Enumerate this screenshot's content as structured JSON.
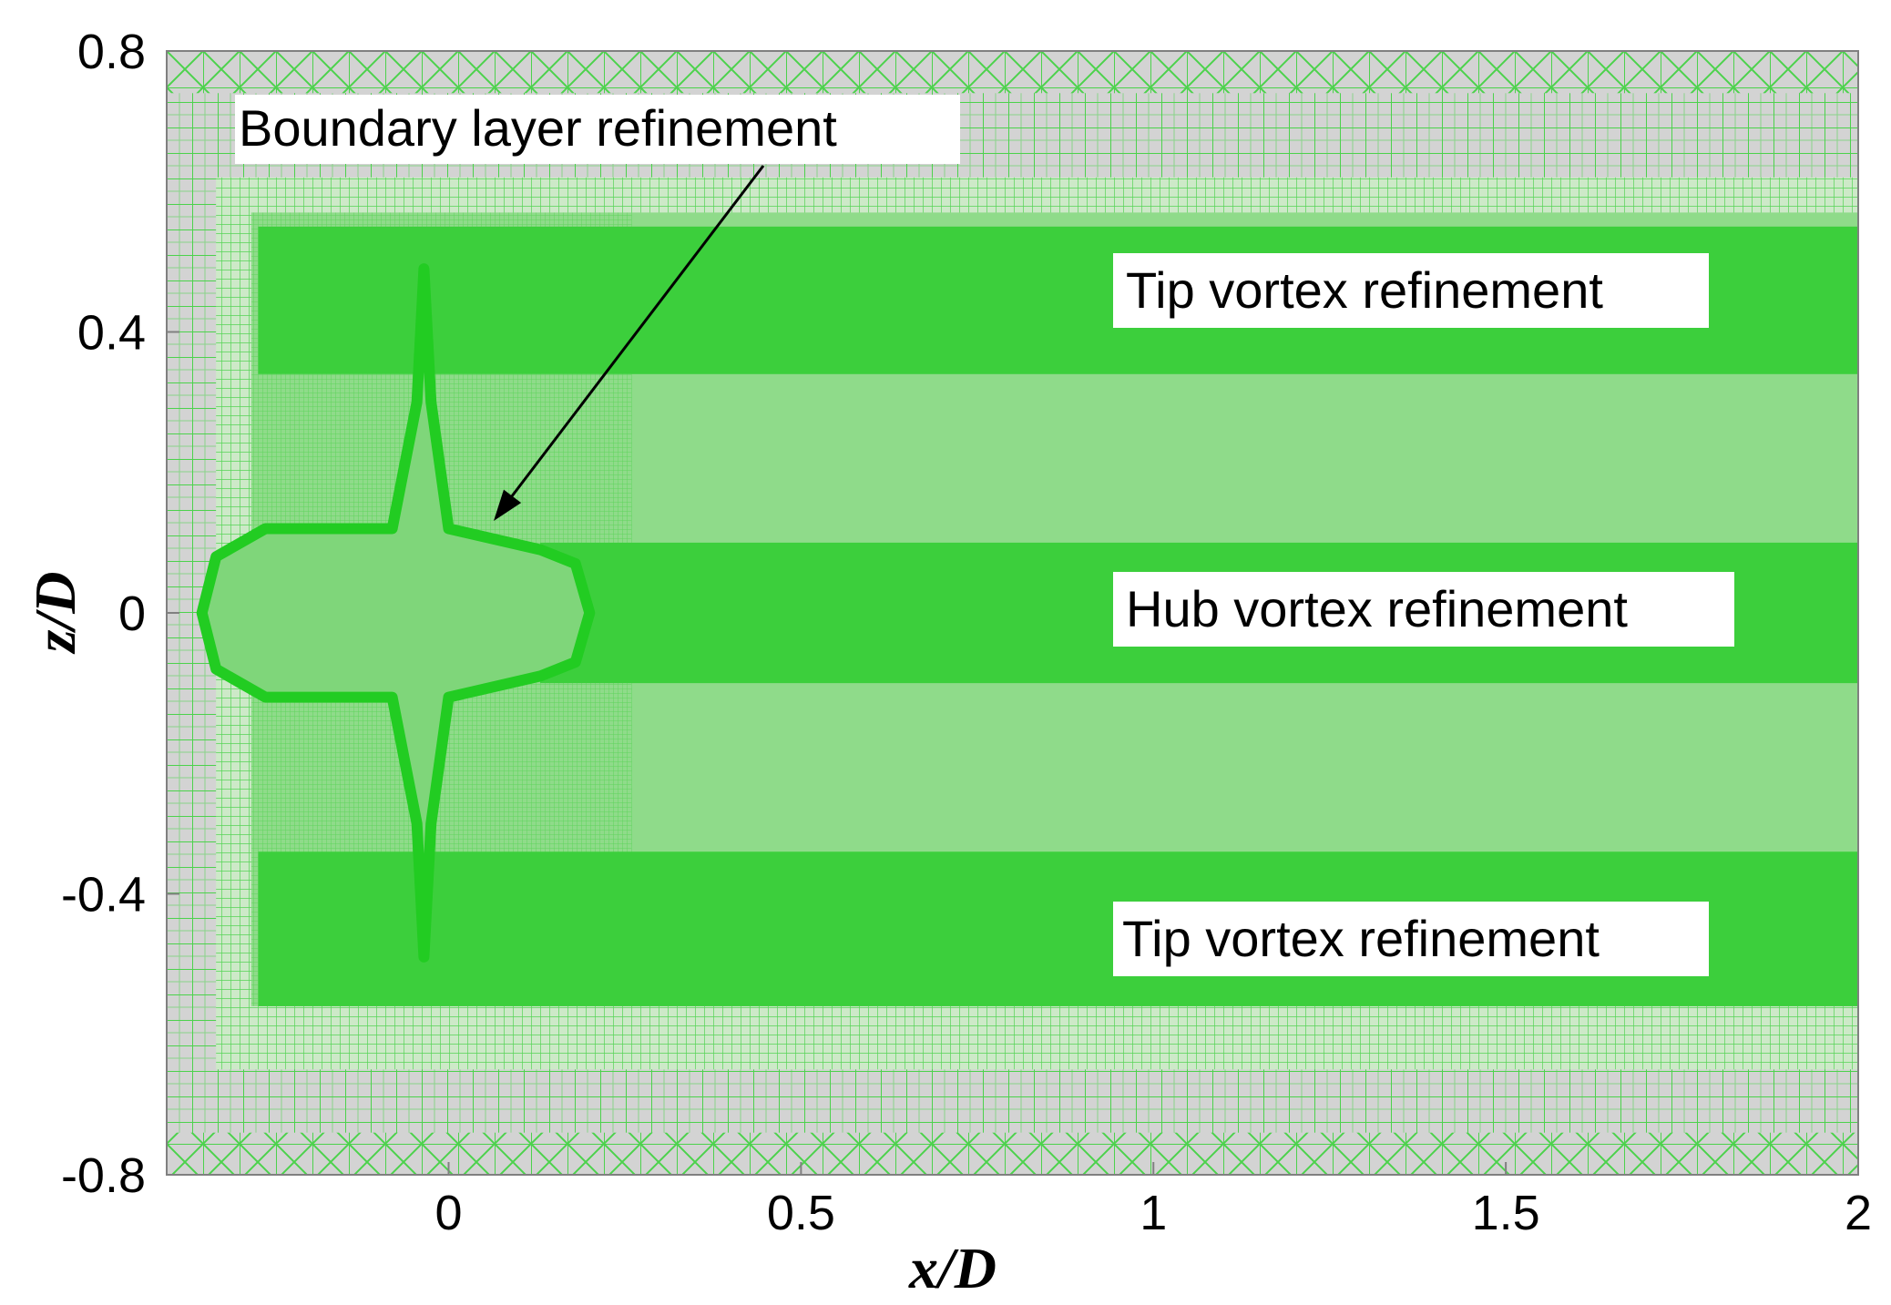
{
  "axes": {
    "xlabel": "x/D",
    "ylabel": "z/D",
    "xlim": [
      -0.4,
      2.0
    ],
    "ylim": [
      -0.8,
      0.8
    ],
    "xticks": [
      {
        "value": 0,
        "label": "0"
      },
      {
        "value": 0.5,
        "label": "0.5"
      },
      {
        "value": 1,
        "label": "1"
      },
      {
        "value": 1.5,
        "label": "1.5"
      },
      {
        "value": 2,
        "label": "2"
      }
    ],
    "yticks": [
      {
        "value": 0.8,
        "label": "0.8"
      },
      {
        "value": 0.4,
        "label": "0.4"
      },
      {
        "value": 0,
        "label": "0"
      },
      {
        "value": -0.4,
        "label": "-0.4"
      },
      {
        "value": -0.8,
        "label": "-0.8"
      }
    ]
  },
  "annotations": {
    "boundary_layer": "Boundary layer refinement",
    "tip_vortex_top": "Tip vortex refinement",
    "hub_vortex": "Hub vortex refinement",
    "tip_vortex_bottom": "Tip vortex refinement"
  },
  "colors": {
    "background_mesh": "#d3d3d3",
    "mesh_line": "#4cd24c",
    "coarse_zone": "#cde9c8",
    "medium_zone": "#7fd67a",
    "fine_band": "#3ccf3c",
    "body_outline": "#22cc22"
  }
}
